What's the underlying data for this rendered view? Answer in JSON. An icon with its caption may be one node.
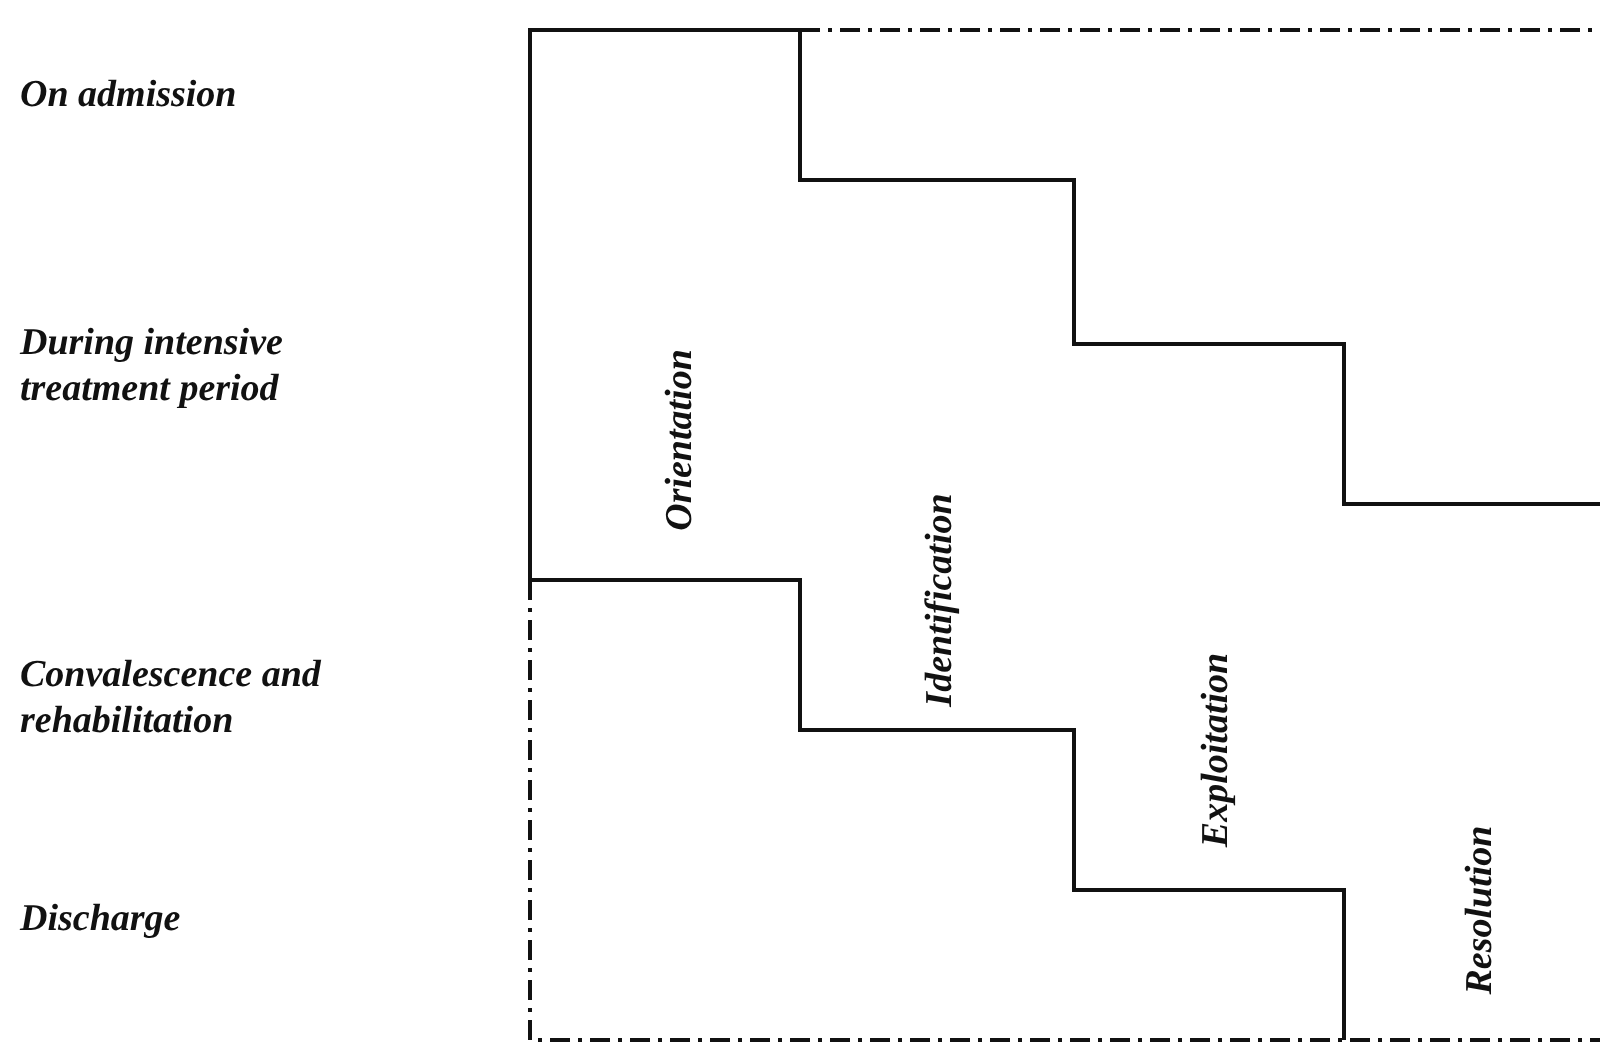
{
  "diagram": {
    "labels": [
      "On admission",
      "During intensive treatment period",
      "Convalescence and rehabilitation",
      "Discharge",
      "Orientation",
      "Identification",
      "Exploitation",
      "Resolution"
    ]
  }
}
